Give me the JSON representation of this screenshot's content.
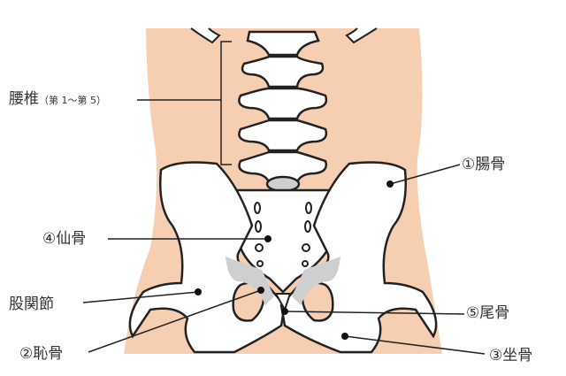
{
  "labels": {
    "lumbar": "腰椎",
    "lumbar_range": "（第 1〜第 5）",
    "ilium": "①腸骨",
    "pubis": "②恥骨",
    "ischium": "③坐骨",
    "sacrum": "④仙骨",
    "coccyx": "⑤尾骨",
    "hip_joint": "股関節"
  },
  "colors": {
    "skin": "#F6CFB3",
    "bone": "#FFFFFF",
    "bone_shade": "#CFCFCF",
    "outline": "#222222"
  }
}
